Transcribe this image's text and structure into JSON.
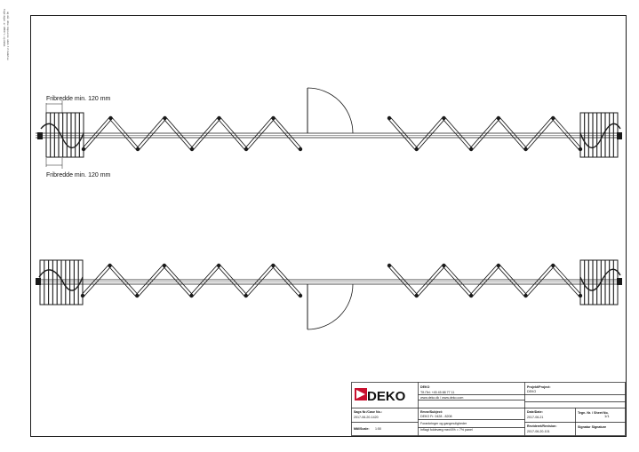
{
  "annotations": {
    "clear_width_top": "Fribredde min. 120 mm",
    "clear_width_bottom": "Fribredde min. 120 mm"
  },
  "margin_note": {
    "line1": "Tegningen er DEKO's ejendom",
    "line2": "og må ikke kopieres uden tilladelse"
  },
  "title_block": {
    "logo_text": "DEKO",
    "company": {
      "name": "DEKO",
      "phone": "Tlf./Tel: +45 45 88 77 11",
      "web": "www.deko.dk / www.deko.com"
    },
    "project": {
      "label": "Projekt/Project:",
      "value": "DEKO"
    },
    "case": {
      "label": "Sags Nr./Case No.:",
      "value": "2017-06-20-1420"
    },
    "subject": {
      "label": "Emne/Subject:",
      "value": "DEKO Fr. 0428 - 8208",
      "desc1": "Forankringer og gangmuligheder",
      "desc2": "Inflagt foldevæg med 6% = 7% panel"
    },
    "date": {
      "label": "Date/Date:",
      "value": "2017-06-21"
    },
    "revision": {
      "label": "Revideret/Revision:",
      "value": "2017-06-20-101"
    },
    "sheet": {
      "label": "Tegn. Nr. / Sheet No.",
      "value": "1/1"
    },
    "scale": {
      "label": "Mål/Scale:",
      "value": "1:50"
    },
    "signature": {
      "label": "Signatur Signature"
    }
  },
  "colors": {
    "line": "#1a1a1a",
    "logo_red": "#c8102e"
  }
}
